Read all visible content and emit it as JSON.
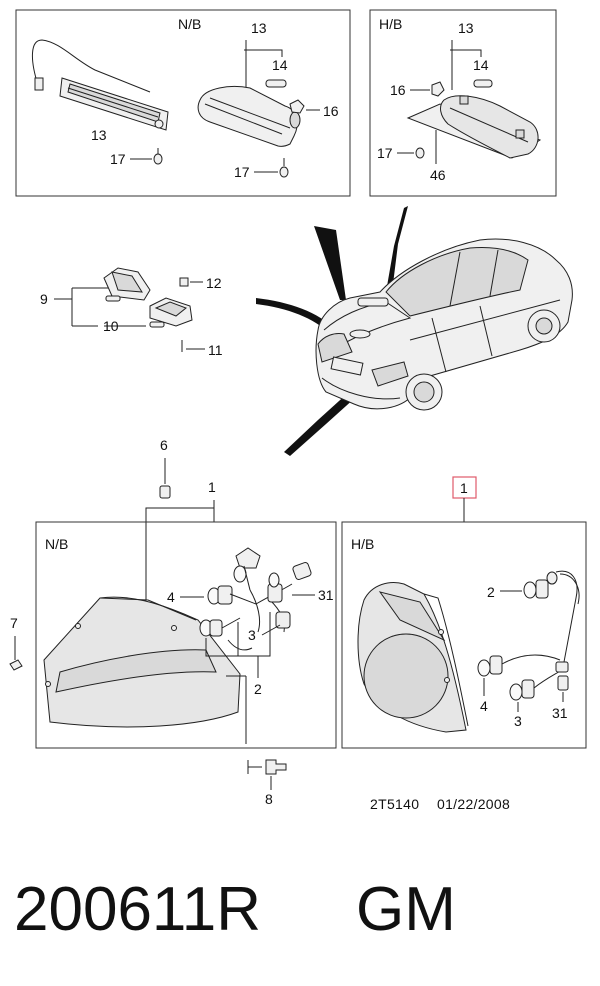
{
  "panels": {
    "high_mount_nb": "N/B",
    "high_mount_hb": "H/B",
    "tail_nb": "N/B",
    "tail_hb": "H/B"
  },
  "callouts": {
    "c1_main": "1",
    "c1_boxed": "1",
    "c2": "2",
    "c3": "3",
    "c4": "4",
    "c6": "6",
    "c7": "7",
    "c8": "8",
    "c9": "9",
    "c10": "10",
    "c11": "11",
    "c12": "12",
    "c13": "13",
    "c14": "14",
    "c16": "16",
    "c17": "17",
    "c31": "31",
    "c46": "46"
  },
  "highlight_color": "#e05a6a",
  "drawing_code": "2T5140",
  "drawing_date": "01/22/2008",
  "footer": {
    "part_code": "200611R",
    "brand": "GM"
  }
}
